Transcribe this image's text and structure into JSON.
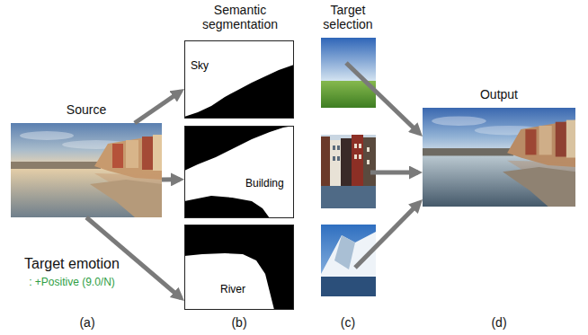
{
  "diagram": {
    "nodes": [
      {
        "text": [
          "Source"
        ]
      },
      {
        "text": [
          "Sky"
        ]
      },
      {
        "text": [
          "Building"
        ]
      },
      {
        "text": [
          "River"
        ]
      },
      {
        "text": [
          "Output"
        ]
      }
    ],
    "edges": [
      {
        "from": 0,
        "to": 1,
        "arrow": "to"
      },
      {
        "from": 0,
        "to": 2,
        "arrow": "to"
      },
      {
        "from": 0,
        "to": 3,
        "arrow": "to"
      }
    ],
    "labels": [
      "Semantic segmentation",
      "Target selection",
      "Target emotion",
      ": +Positive (9.0/N)",
      "(a)",
      "(b)",
      "(c)",
      "(d)"
    ]
  }
}
